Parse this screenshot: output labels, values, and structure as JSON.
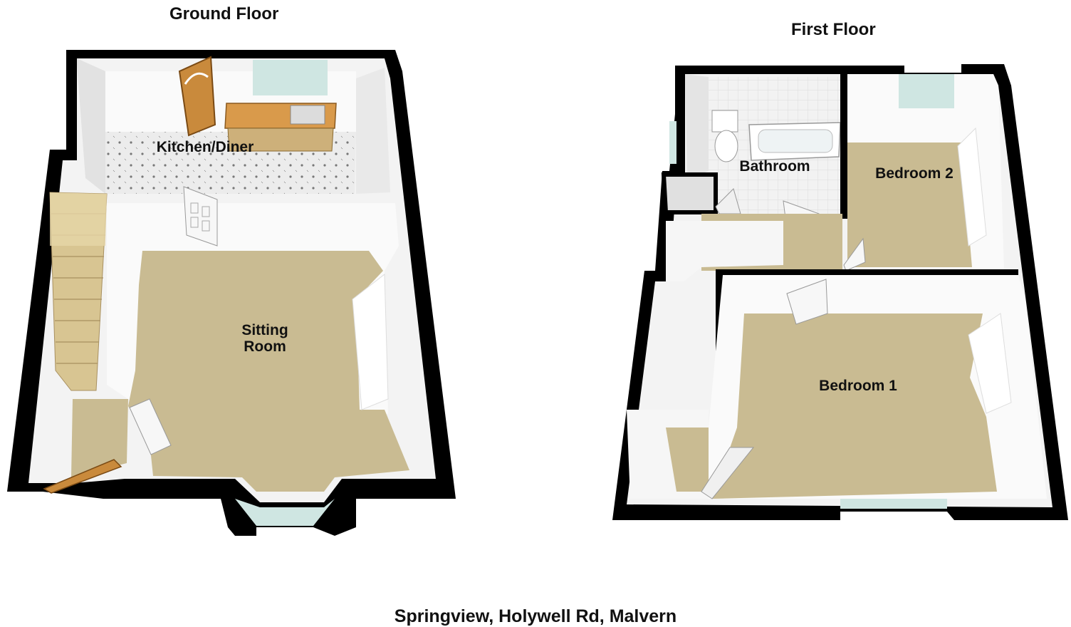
{
  "ground_floor": {
    "title": "Ground Floor",
    "rooms": {
      "kitchen": "Kitchen/Diner",
      "sitting_line1": "Sitting",
      "sitting_line2": "Room"
    }
  },
  "first_floor": {
    "title": "First Floor",
    "rooms": {
      "bathroom": "Bathroom",
      "bedroom2": "Bedroom 2",
      "bedroom1": "Bedroom 1"
    }
  },
  "caption": "Springview, Holywell Rd, Malvern",
  "colors": {
    "wall": "#000000",
    "wall_inner": "#f4f4f4",
    "carpet": "#c9bb92",
    "tile": "#e8e8e8",
    "window": "#cfe6e2",
    "wood": "#c98a3c",
    "stairs": "#d9c79a"
  }
}
